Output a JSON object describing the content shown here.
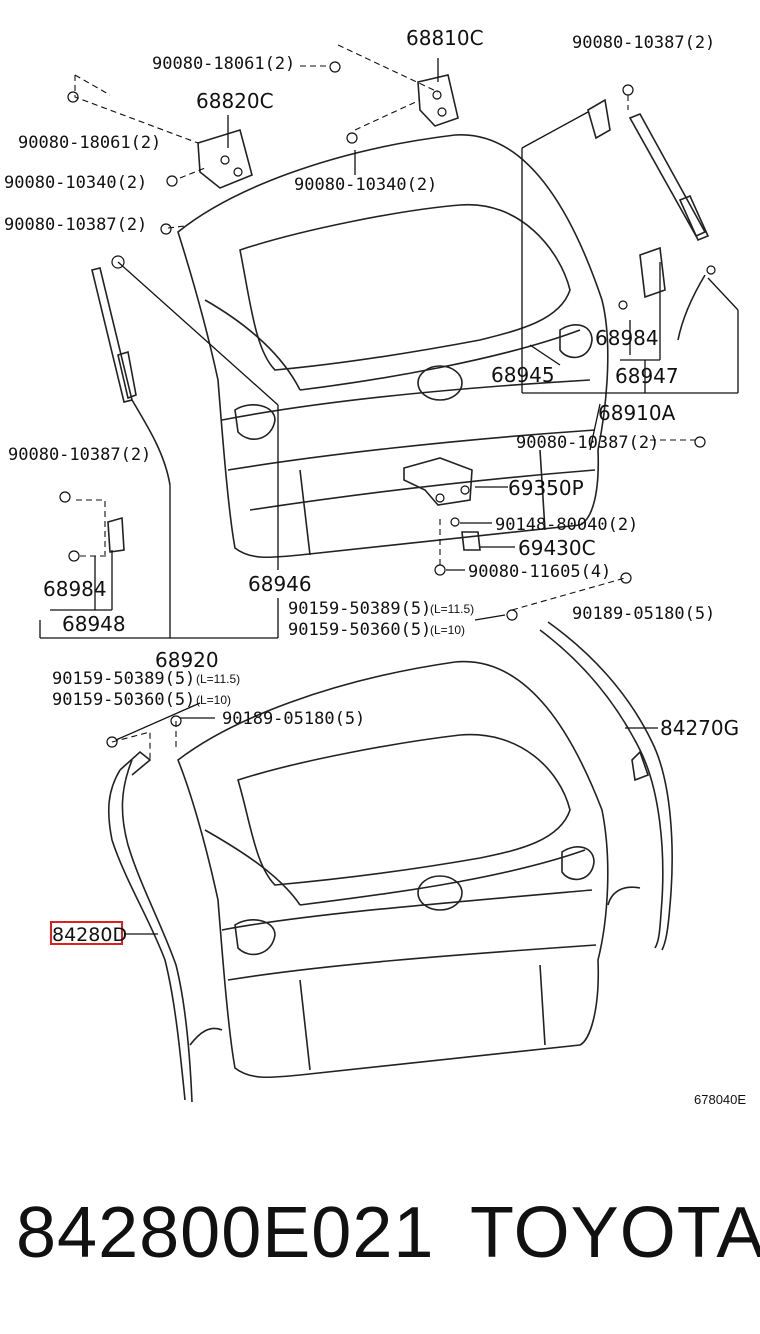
{
  "labels": {
    "l68810C": "68810C",
    "l90080_18061_top": "90080-18061(2)",
    "l90080_10387_tr": "90080-10387(2)",
    "l68820C": "68820C",
    "l90080_18061_left": "90080-18061(2)",
    "l90080_10340_left": "90080-10340(2)",
    "l90080_10340_mid": "90080-10340(2)",
    "l90080_10387_left": "90080-10387(2)",
    "l68984_right": "68984",
    "l68945": "68945",
    "l68947": "68947",
    "l68910A": "68910A",
    "l90080_10387_mid": "90080-10387(2)",
    "l90080_10387_lower": "90080-10387(2)",
    "l69350P": "69350P",
    "l90148_80040": "90148-80040(2)",
    "l69430C": "69430C",
    "l90080_11605": "90080-11605(4)",
    "l68984_left": "68984",
    "l68946": "68946",
    "l68948": "68948",
    "l90159_50389_a": "90159-50389(5)",
    "l90159_50389_a_len": "(L=11.5)",
    "l90159_50360_a": "90159-50360(5)",
    "l90159_50360_a_len": "(L=10)",
    "l90189_05180_right": "90189-05180(5)",
    "l68920": "68920",
    "l90159_50389_b": "90159-50389(5)",
    "l90159_50389_b_len": "(L=11.5)",
    "l90159_50360_b": "90159-50360(5)",
    "l90159_50360_b_len": "(L=10)",
    "l90189_05180_left": "90189-05180(5)",
    "l84270G": "84270G",
    "l84280D": "84280D",
    "l678040E": "678040E"
  },
  "caption": {
    "part_number": "842800E021",
    "brand": "TOYOTA"
  },
  "colors": {
    "line": "#111111",
    "highlight": "#e02020",
    "background": "#ffffff"
  }
}
